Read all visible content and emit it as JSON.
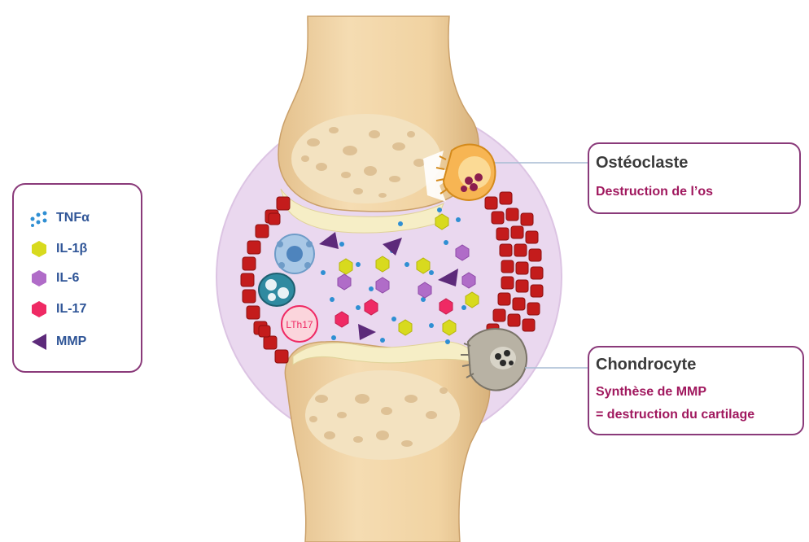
{
  "legend": {
    "items": [
      {
        "label": "TNFα",
        "icon": "dots-cluster-icon",
        "color": "#2f8fd3"
      },
      {
        "label": "IL-1β",
        "icon": "yellow-hexagon-icon",
        "color": "#d8da1e"
      },
      {
        "label": "IL-6",
        "icon": "violet-hexagon-icon",
        "color": "#b06cc8"
      },
      {
        "label": "IL-17",
        "icon": "pink-hexagon-icon",
        "color": "#ef2a64"
      },
      {
        "label": "MMP",
        "icon": "purple-triangle-icon",
        "color": "#5d2a7a"
      }
    ]
  },
  "callouts": {
    "osteoclast": {
      "title": "Ostéoclaste",
      "line1": "Destruction de l’os"
    },
    "chondrocyte": {
      "title": "Chondrocyte",
      "line1": "Synthèse de MMP",
      "line2": "= destruction du cartilage"
    }
  },
  "cells": {
    "lth17_label": "LTh17"
  },
  "colors": {
    "bone": "#f1d7aa",
    "bone_shadow": "#dcb886",
    "cartilage": "#f6eec6",
    "synovial": "#ead6ee",
    "cell_red": "#c41c1c",
    "border": "#8a3a7a",
    "legend_text": "#2f5597",
    "callout_sub": "#a0185e"
  }
}
